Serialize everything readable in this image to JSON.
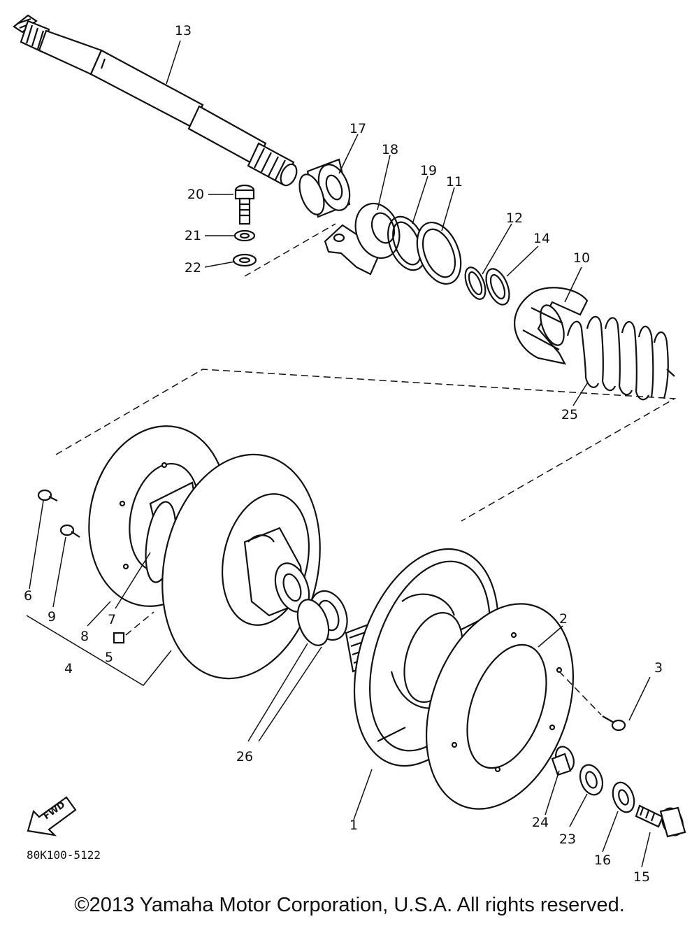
{
  "diagram": {
    "code": "80K100-5122",
    "fwd_label": "FWD",
    "part_labels": {
      "p1": "1",
      "p2": "2",
      "p3": "3",
      "p4": "4",
      "p5": "5",
      "p6": "6",
      "p7": "7",
      "p8": "8",
      "p9": "9",
      "p10": "10",
      "p11": "11",
      "p12": "12",
      "p13": "13",
      "p14": "14",
      "p15": "15",
      "p16": "16",
      "p17": "17",
      "p18": "18",
      "p19": "19",
      "p20": "20",
      "p21": "21",
      "p22": "22",
      "p23": "23",
      "p24": "24",
      "p25": "25",
      "p26": "26"
    }
  },
  "footer": {
    "copyright": "©2013 Yamaha Motor Corporation, U.S.A. All rights reserved."
  }
}
